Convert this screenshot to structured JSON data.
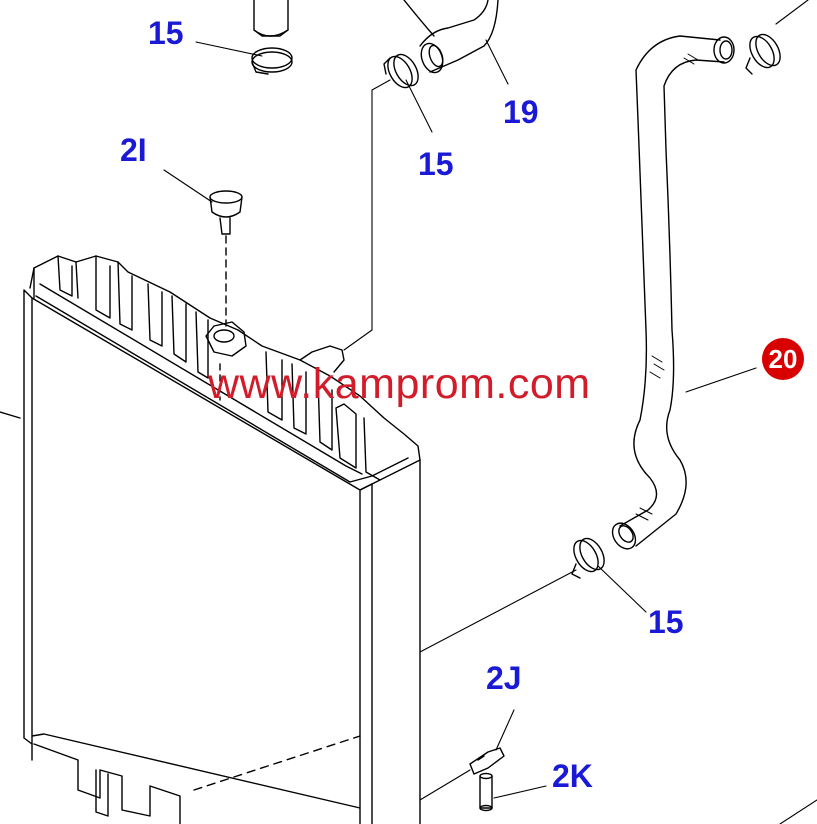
{
  "diagram": {
    "callouts": {
      "clamp_top_left": "15",
      "clamp_top_middle": "15",
      "clamp_lower_right": "15",
      "hose_upper": "19",
      "hose_right": "20",
      "cap_2i": "2I",
      "part_2j": "2J",
      "part_2k": "2K"
    },
    "watermark": "www.kamprom.com",
    "colors": {
      "callout_text": "#1a1ad6",
      "badge_fill": "#d80000",
      "watermark": "#d31c2a",
      "line_art": "#000000"
    }
  }
}
